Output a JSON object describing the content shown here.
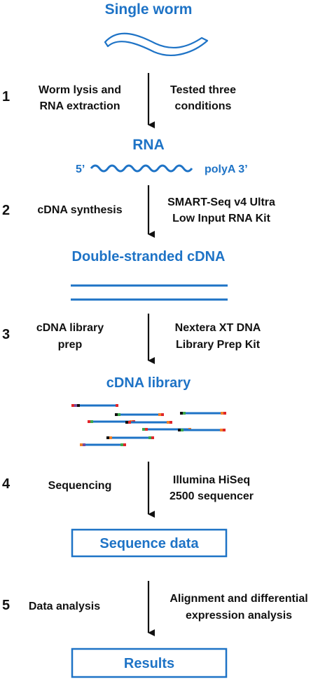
{
  "colors": {
    "accent": "#1e73c6",
    "text": "#111111",
    "fragment_red": "#e0262a",
    "fragment_orange": "#f07f27",
    "fragment_green": "#3aa84b",
    "fragment_purple": "#7b4a9c",
    "fragment_black": "#111111"
  },
  "stages": {
    "worm": "Single worm",
    "rna": "RNA",
    "rna_5": "5’",
    "rna_3": "polyA 3’",
    "dscdna": "Double-stranded cDNA",
    "library": "cDNA library"
  },
  "steps": [
    {
      "num": "1",
      "left": [
        "Worm lysis and",
        "RNA extraction"
      ],
      "right": [
        "Tested three",
        "conditions"
      ]
    },
    {
      "num": "2",
      "left": [
        "cDNA synthesis"
      ],
      "right": [
        "SMART-Seq v4 Ultra",
        "Low Input RNA Kit"
      ]
    },
    {
      "num": "3",
      "left": [
        "cDNA library",
        "prep"
      ],
      "right": [
        "Nextera XT DNA",
        "Library Prep Kit"
      ]
    },
    {
      "num": "4",
      "left": [
        "Sequencing"
      ],
      "right": [
        "Illumina HiSeq",
        "2500 sequencer"
      ]
    },
    {
      "num": "5",
      "left": [
        "Data analysis"
      ],
      "right": [
        "Alignment and differential",
        "expression analysis"
      ]
    }
  ],
  "boxes": {
    "sequence": "Sequence data",
    "results": "Results"
  }
}
